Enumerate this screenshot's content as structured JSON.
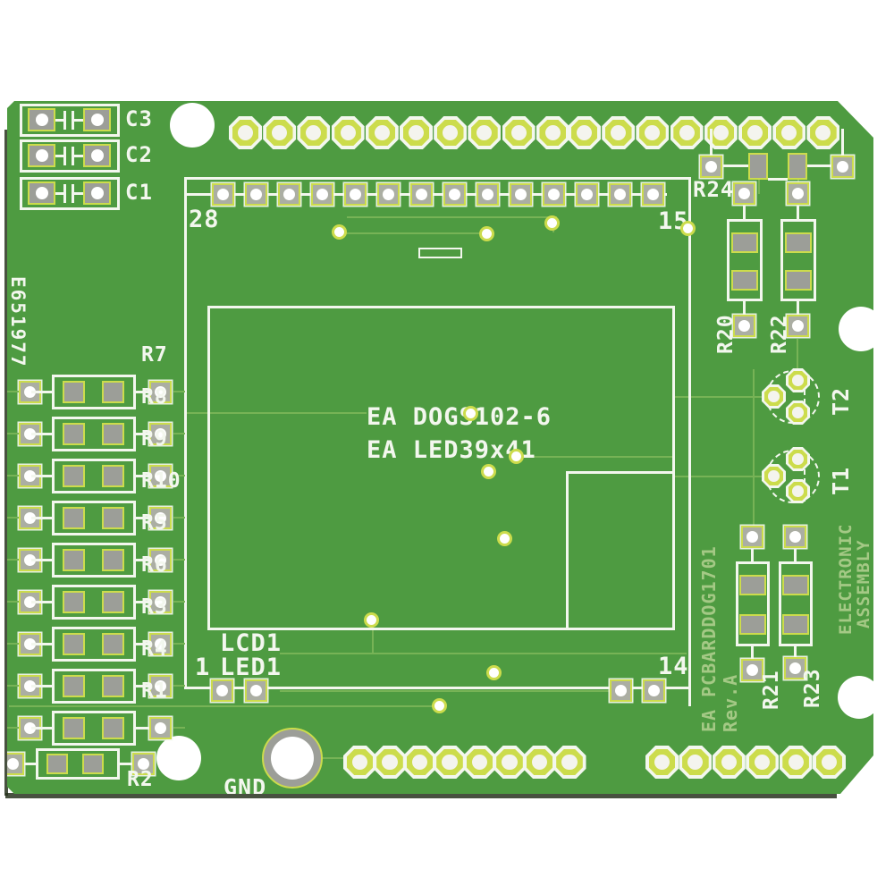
{
  "board": {
    "serial": "E651977",
    "capacitors": [
      "C3",
      "C2",
      "C1"
    ],
    "left_resistors": [
      "R7",
      "R8",
      "R9",
      "R10",
      "R5",
      "R6",
      "R3",
      "R4",
      "R1"
    ],
    "bottom_resistor": "R2",
    "lcd_header": {
      "top_left_pin": "28",
      "top_right_pin": "15",
      "bottom_left_pin": "1",
      "bottom_right_pin": "14",
      "lcd_ref": "LCD1",
      "led_ref": "LED1"
    },
    "display_labels": {
      "model": "EA DOGS102-6",
      "backlight": "EA LED39x41"
    },
    "right_resistors": {
      "r24": "R24",
      "r20": "R20",
      "r22": "R22",
      "r21": "R21",
      "r23": "R23"
    },
    "transistors": {
      "t2": "T2",
      "t1": "T1"
    },
    "ground_label": "GND",
    "copper_texts": {
      "part_number": "EA PCBARDDOG1701",
      "revision": "Rev.A",
      "maker_line1": "ELECTRONIC",
      "maker_line2": "ASSEMBLY"
    },
    "colors": {
      "soldermask": "#4e9b41",
      "silkscreen": "#f3f7ee",
      "pad_ring": "#ccdc4c",
      "smd_pad": "#9c9e98",
      "copper_text": "#a4c985",
      "trace": "#77b356",
      "hole": "#ffffff"
    }
  }
}
